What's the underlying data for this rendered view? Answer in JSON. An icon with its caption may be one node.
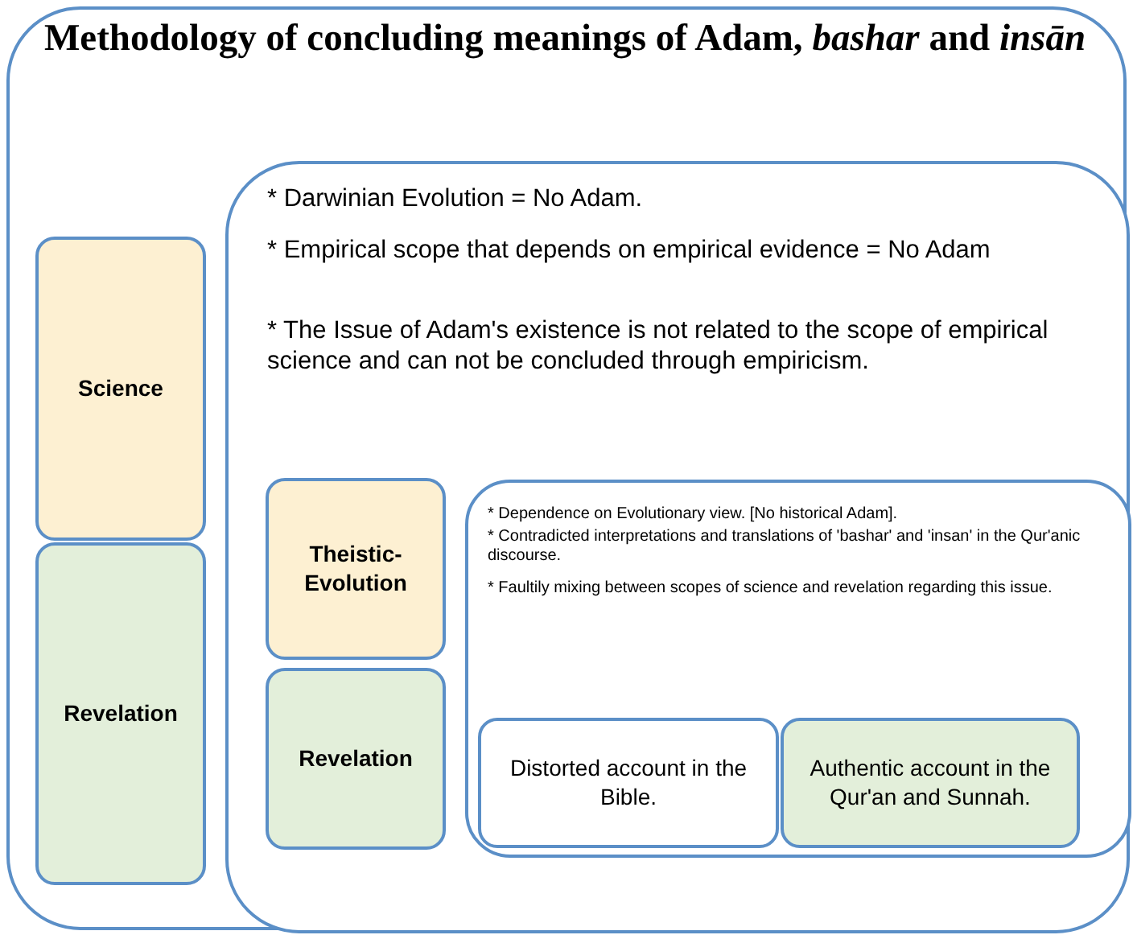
{
  "diagram": {
    "nodes": [
      {
        "text": [
          "Methodology of concluding meanings of Adam, *bashar* and *insān*"
        ]
      },
      {
        "text": [
          "Science"
        ],
        "in": 0
      },
      {
        "text": [
          "Revelation"
        ],
        "in": 0
      },
      {
        "text": [
          "* Darwinian Evolution = No Adam.",
          "* Empirical scope that depends on empirical evidence = No Adam",
          "* The Issue of Adam's existence is not related to the scope of empirical science and can not be concluded through empiricism."
        ],
        "in": 0
      },
      {
        "text": [
          "Theistic-Evolution"
        ],
        "in": 3
      },
      {
        "text": [
          "Revelation"
        ],
        "in": 3
      },
      {
        "text": [
          "* Dependence on Evolutionary view. [No historical Adam].",
          "* Contradicted interpretations and translations of 'bashar' and 'insan' in the Qur'anic discourse.",
          "* Faultily mixing between scopes of science and revelation regarding this issue."
        ],
        "in": 3
      },
      {
        "text": [
          "Distorted account in the Bible."
        ],
        "in": 6
      },
      {
        "text": [
          "Authentic account in the Qur'an and Sunnah."
        ],
        "in": 6
      }
    ]
  }
}
